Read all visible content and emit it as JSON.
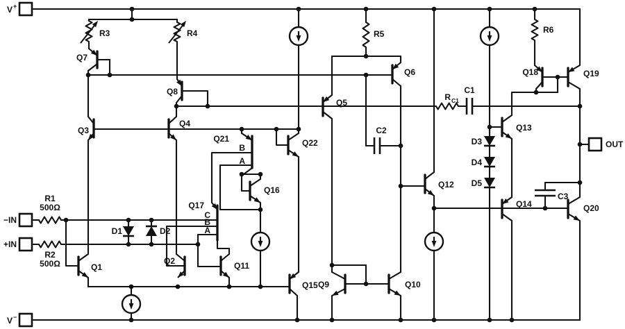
{
  "schematic": {
    "power": {
      "vplus_letter": "V",
      "vplus_sign": "+",
      "vminus_letter": "V",
      "vminus_sign": "−"
    },
    "terminals": {
      "in_minus": "−IN",
      "in_plus": "+IN",
      "out": "OUT"
    },
    "resistors": {
      "r1": "R1",
      "r1_value": "500Ω",
      "r2": "R2",
      "r2_value": "500Ω",
      "r3": "R3",
      "r4": "R4",
      "r5": "R5",
      "r6": "R6",
      "rc1_main": "R",
      "rc1_sub": "C1"
    },
    "capacitors": {
      "c1": "C1",
      "c2": "C2",
      "c3": "C3"
    },
    "diodes": {
      "d1": "D1",
      "d2": "D2",
      "d3": "D3",
      "d4": "D4",
      "d5": "D5"
    },
    "transistors": {
      "q1": "Q1",
      "q2": "Q2",
      "q3": "Q3",
      "q4": "Q4",
      "q5": "Q5",
      "q6": "Q6",
      "q7": "Q7",
      "q8": "Q8",
      "q9": "Q9",
      "q10": "Q10",
      "q11": "Q11",
      "q12": "Q12",
      "q13": "Q13",
      "q14": "Q14",
      "q15": "Q15",
      "q16": "Q16",
      "q17": "Q17",
      "q18": "Q18",
      "q19": "Q19",
      "q20": "Q20",
      "q21": "Q21",
      "q22": "Q22"
    },
    "taps": {
      "q17_a": "A",
      "q17_b": "B",
      "q17_c": "C",
      "q21_a": "A",
      "q21_b": "B"
    }
  }
}
